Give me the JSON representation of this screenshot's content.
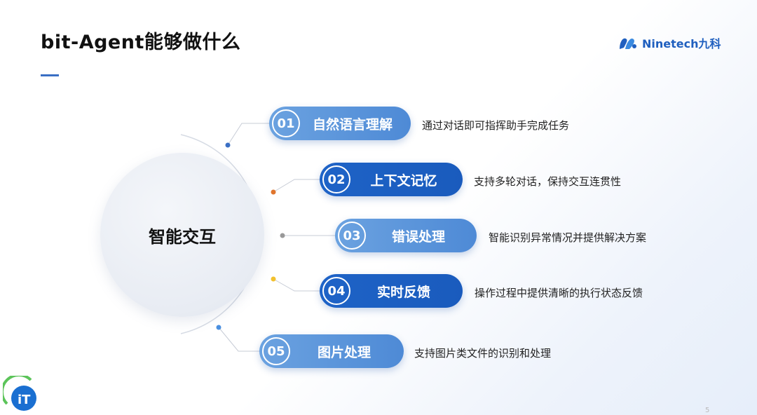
{
  "slide": {
    "title": "bit-Agent能够做什么",
    "logo_text": "Ninetech九科",
    "center_label": "智能交互",
    "page_number": "5"
  },
  "items": [
    {
      "num": "01",
      "label": "自然语言理解",
      "desc": "通过对话即可指挥助手完成任务"
    },
    {
      "num": "02",
      "label": "上下文记忆",
      "desc": "支持多轮对话，保持交互连贯性"
    },
    {
      "num": "03",
      "label": "错误处理",
      "desc": "智能识别异常情况并提供解决方案"
    },
    {
      "num": "04",
      "label": "实时反馈",
      "desc": "操作过程中提供清晰的执行状态反馈"
    },
    {
      "num": "05",
      "label": "图片处理",
      "desc": "支持图片类文件的识别和处理"
    }
  ],
  "colors": {
    "accent": "#1e63c7",
    "light_pill": "#5b97dc",
    "dot_1": "#3a6fc4",
    "dot_2": "#e0752d",
    "dot_3": "#999999",
    "dot_4": "#f2c12e",
    "dot_5": "#4a8fe0"
  },
  "icons": {
    "logo": "ninetech-logo-icon",
    "watermark": "it-watermark-icon"
  }
}
